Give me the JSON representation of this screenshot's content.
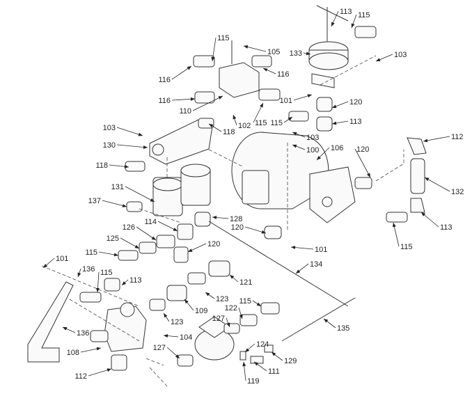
{
  "diagram": {
    "type": "exploded-parts-diagram",
    "callouts": [
      "113",
      "115",
      "115",
      "105",
      "133",
      "103",
      "116",
      "116",
      "116",
      "110",
      "102",
      "115",
      "101",
      "120",
      "113",
      "118",
      "115",
      "103",
      "103",
      "100",
      "106",
      "130",
      "120",
      "112",
      "118",
      "132",
      "131",
      "137",
      "128",
      "114",
      "126",
      "113",
      "115",
      "120",
      "101",
      "125",
      "120",
      "115",
      "101",
      "134",
      "136",
      "115",
      "113",
      "121",
      "123",
      "109",
      "123",
      "115",
      "122",
      "127",
      "136",
      "104",
      "135",
      "124",
      "108",
      "127",
      "129",
      "111",
      "112",
      "119"
    ]
  }
}
